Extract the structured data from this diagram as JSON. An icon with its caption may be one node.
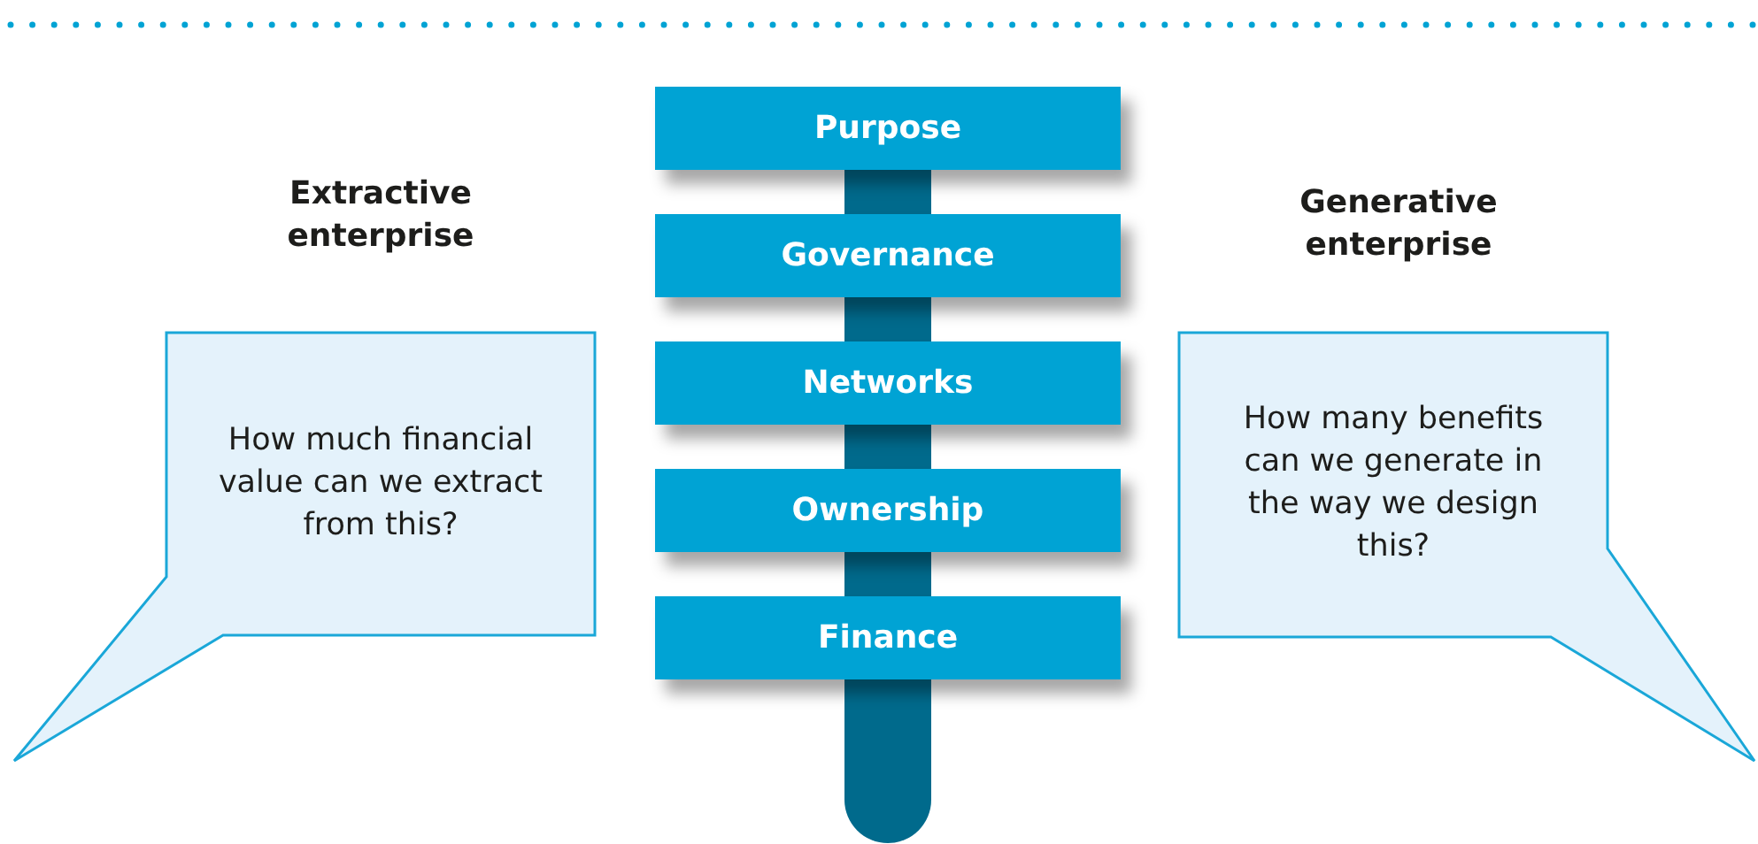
{
  "diagram": {
    "nodes": [
      {
        "text": [
          "Purpose"
        ]
      },
      {
        "text": [
          "Governance"
        ]
      },
      {
        "text": [
          "Networks"
        ]
      },
      {
        "text": [
          "Ownership"
        ]
      },
      {
        "text": [
          "Finance"
        ]
      },
      {
        "text": [
          "How much financial value can we extract from this?"
        ]
      },
      {
        "text": [
          "How many benefits can we generate in the way we design this?"
        ]
      },
      {
        "text": [],
        "shape": "bar"
      }
    ],
    "edges": [],
    "labels": [
      "Extractive enterprise",
      "Generative enterprise"
    ]
  }
}
